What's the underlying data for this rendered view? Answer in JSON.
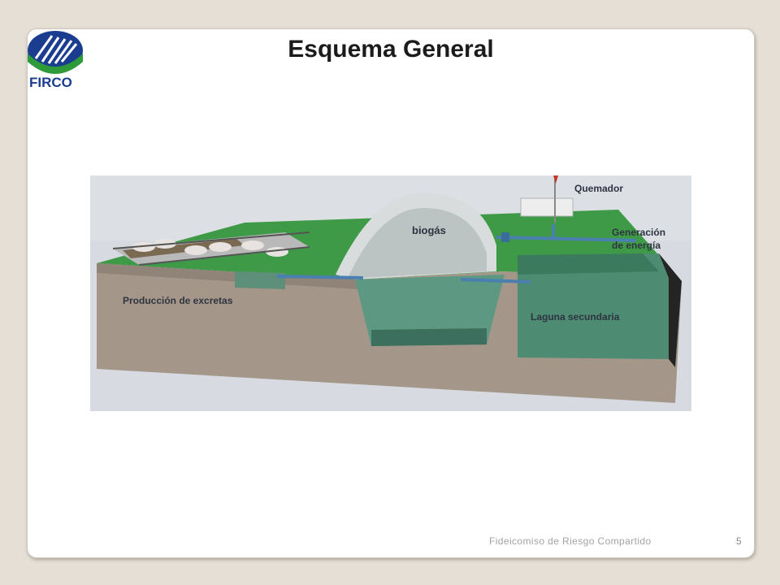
{
  "logo": {
    "text": "FIRCO",
    "icon": "firco-logo",
    "colors": {
      "blue": "#1a3d8f",
      "green": "#2f9a3a"
    }
  },
  "title": "Esquema General",
  "diagram": {
    "labels": {
      "excretas": "Producción de excretas",
      "biogas": "biogás",
      "quemador": "Quemador",
      "generacion_1": "Generación",
      "generacion_2": "de energía",
      "laguna": "Laguna secundaria"
    },
    "colors": {
      "grass": "#3f9a48",
      "soil": "#a4978a",
      "water": "#4d8b73",
      "pipe": "#4a7fb0"
    }
  },
  "footer": {
    "text": "Fideicomiso de Riesgo Compartido",
    "page": "5"
  }
}
